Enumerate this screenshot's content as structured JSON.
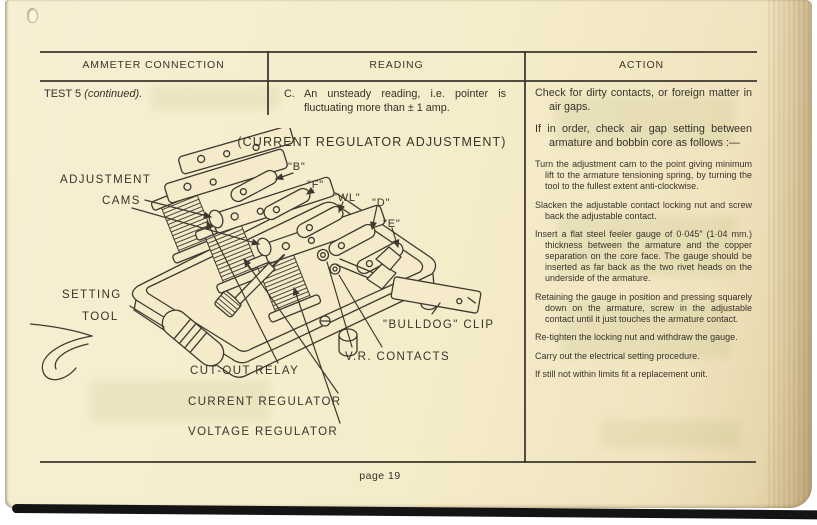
{
  "table": {
    "headers": {
      "ammeter": "AMMETER CONNECTION",
      "reading": "READING",
      "action": "ACTION"
    },
    "row": {
      "ammeter": {
        "test": "TEST 5 ",
        "continued": "(continued)."
      },
      "reading": {
        "letter": "C.",
        "text": "An unsteady reading, i.e. pointer is fluctuating more than ± 1 amp."
      },
      "action": {
        "lead": [
          "Check for dirty contacts, or foreign matter in air gaps.",
          "If in order, check air gap setting between armature and bobbin core as follows :—"
        ],
        "steps": [
          "Turn the adjustment cam to the point giving minimum lift to the armature tensioning spring, by turning the tool to the fullest extent anti-clockwise.",
          "Slacken the adjustable contact locking nut and screw back the adjustable contact.",
          "Insert a flat steel feeler gauge of 0·045″ (1·04 mm.) thickness between the armature and the copper separation on the core face.  The gauge should be inserted as far back as the two rivet heads on the underside of the armature.",
          "Retaining the gauge in position and pressing squarely down on the armature, screw in the adjustable contact until it just touches the armature contact.",
          "Re-tighten the locking nut and withdraw the gauge.",
          "Carry out the electrical setting procedure.",
          "If still not within limits fit a replacement unit."
        ]
      }
    }
  },
  "diagram": {
    "title": "(CURRENT REGULATOR ADJUSTMENT)",
    "labels": {
      "adjustment_cams_1": "ADJUSTMENT",
      "adjustment_cams_2": "CAMS",
      "setting_tool_1": "SETTING",
      "setting_tool_2": "TOOL",
      "terminal_b": "\"B\"",
      "terminal_f": "\"F\"",
      "terminal_wl": "\"WL\"",
      "terminal_d": "\"D\"",
      "terminal_e": "\"E\"",
      "bulldog_clip": "\"BULLDOG\" CLIP",
      "vr_contacts": "V.R. CONTACTS",
      "cutout_relay": "CUT-OUT RELAY",
      "current_regulator": "CURRENT REGULATOR",
      "voltage_regulator": "VOLTAGE REGULATOR"
    }
  },
  "footer": {
    "page_number": "page 19"
  },
  "colors": {
    "paper": "#f5ebca",
    "ink": "#3a352b",
    "page_edge": "#d9c69c",
    "shadow_band": "#141414"
  }
}
